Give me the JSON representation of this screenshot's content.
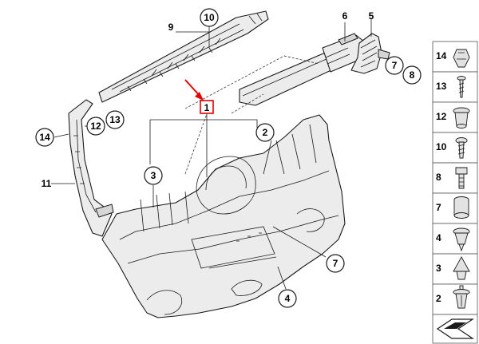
{
  "callouts": {
    "c1": "1",
    "c2": "2",
    "c3": "3",
    "c4": "4",
    "c5": "5",
    "c6": "6",
    "c7a": "7",
    "c7b": "7",
    "c8": "8",
    "c9": "9",
    "c10": "10",
    "c11": "11",
    "c12": "12",
    "c13": "13",
    "c14": "14"
  },
  "colors": {
    "main_callout_box": "#e60000",
    "arrow": "#e60000"
  },
  "legend": [
    {
      "label": "14",
      "icon": "clip-icon"
    },
    {
      "label": "13",
      "icon": "screw-small-icon"
    },
    {
      "label": "12",
      "icon": "grommet-icon"
    },
    {
      "label": "10",
      "icon": "screw-icon"
    },
    {
      "label": "8",
      "icon": "bolt-icon"
    },
    {
      "label": "7",
      "icon": "spacer-icon"
    },
    {
      "label": "4",
      "icon": "expanding-rivet-icon"
    },
    {
      "label": "3",
      "icon": "cone-clip-icon"
    },
    {
      "label": "2",
      "icon": "push-rivet-icon"
    },
    {
      "label": "",
      "icon": "catalog-symbol-icon"
    }
  ]
}
